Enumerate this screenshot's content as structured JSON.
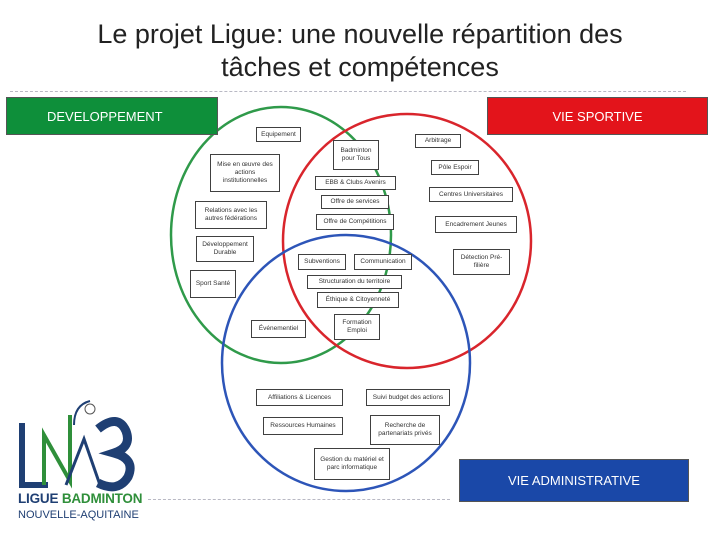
{
  "title": {
    "line1": "Le projet Ligue: une nouvelle répartition des",
    "line2": "tâches et compétences"
  },
  "categories": {
    "development": "DEVELOPPEMENT",
    "sport": "VIE SPORTIVE",
    "admin": "VIE ADMINISTRATIVE"
  },
  "colors": {
    "development": "#0e8f3a",
    "sport": "#e3141b",
    "admin": "#1a48a8"
  },
  "tasks": {
    "equipement": "Equipement",
    "mise_en_oeuvre": "Mise en œuvre des actions institutionnelles",
    "relations": "Relations avec les autres fédérations",
    "developpement_durable": "Développement Durable",
    "sport_sante": "Sport Santé",
    "badminton_pour_tous": "Badminton pour Tous",
    "ebb": "EBB & Clubs Avenirs",
    "offre_services": "Offre de services",
    "offre_competitions": "Offre de Compétitions",
    "subventions": "Subventions",
    "communication": "Communication",
    "structuration": "Structuration du territoire",
    "ethique": "Éthique & Citoyenneté",
    "formation": "Formation Emploi",
    "evenementiel": "Événementiel",
    "arbitrage": "Arbitrage",
    "pole_espoir": "Pôle Espoir",
    "centres_universitaires": "Centres Universitaires",
    "encadrement_jeunes": "Encadrement Jeunes",
    "detection": "Détection Pré-filière",
    "affiliations": "Affiliations & Licences",
    "suivi_budget": "Suivi budget des actions",
    "ressources_humaines": "Ressources Humaines",
    "recherche_partenariats": "Recherche de partenariats privés",
    "gestion_materiel": "Gestion du matériel et parc informatique"
  },
  "logo": {
    "mark": "LNA",
    "line1_a": "LIGUE",
    "line1_b": "BADMINTON",
    "line2": "NOUVELLE-AQUITAINE"
  }
}
